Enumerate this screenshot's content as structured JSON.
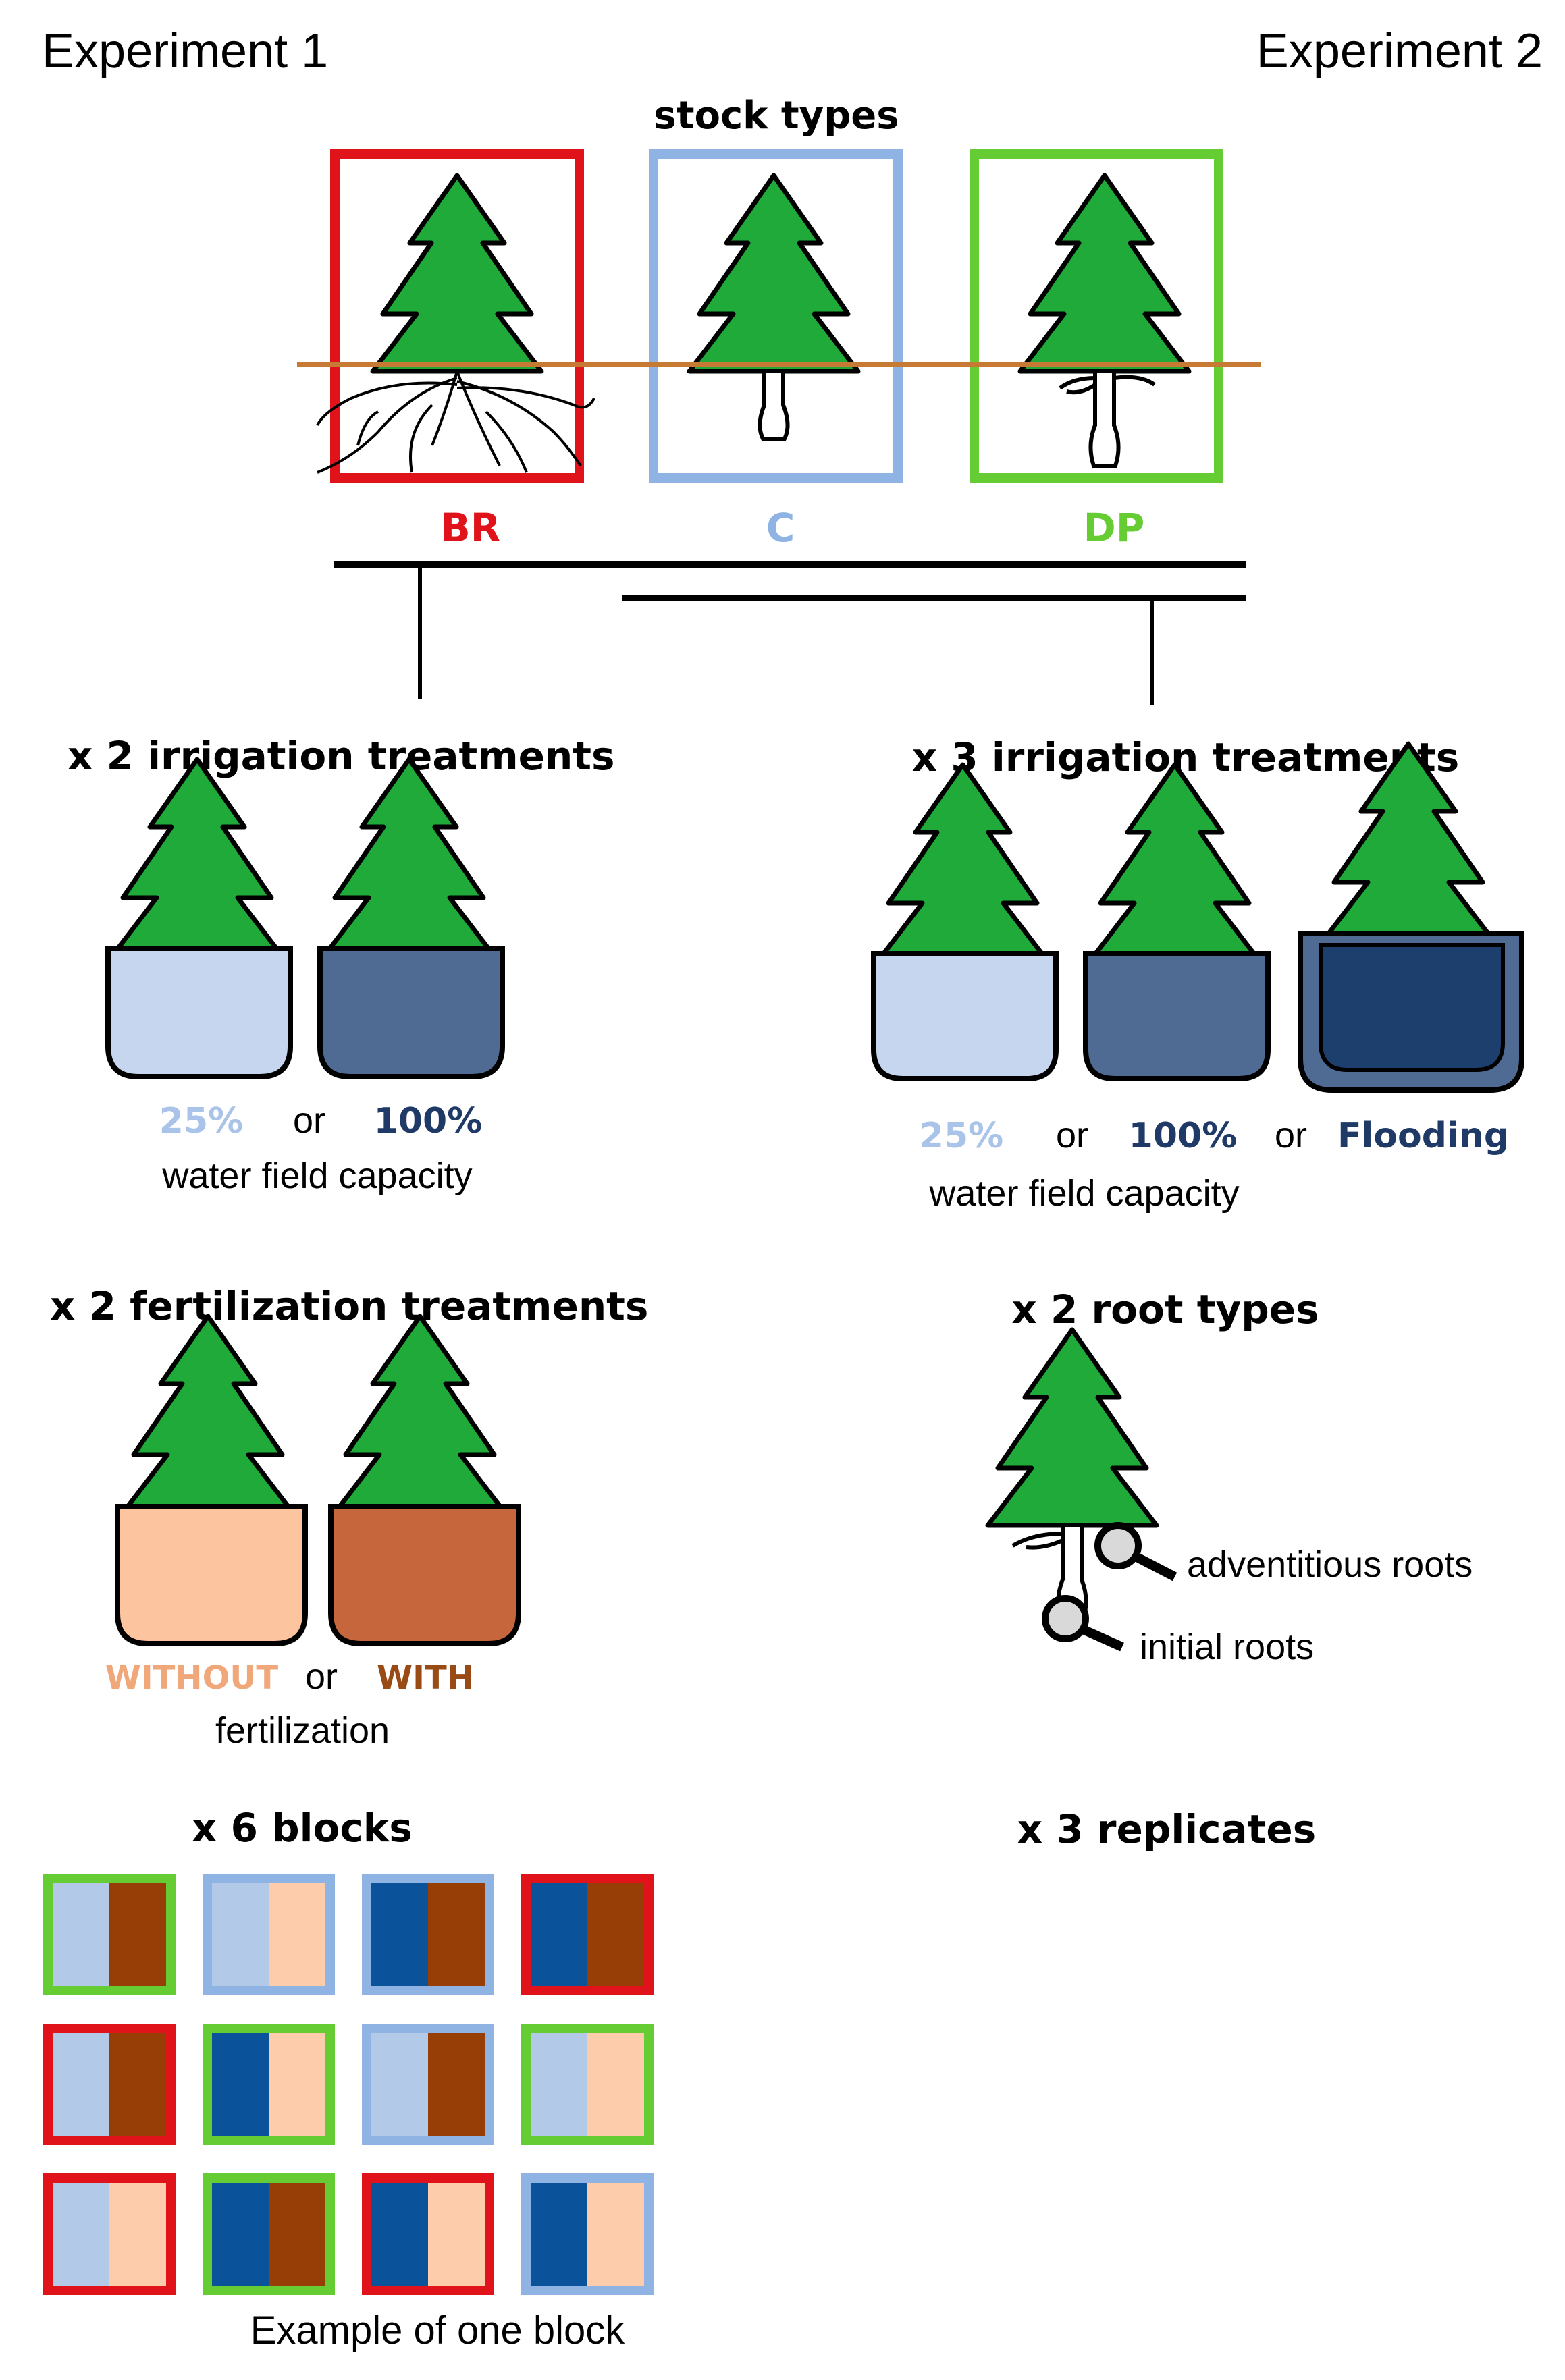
{
  "experiments": {
    "left_title": "Experiment 1",
    "right_title": "Experiment 2"
  },
  "stock_types": {
    "heading": "stock types",
    "items": [
      {
        "code": "BR",
        "color": "#e0121a"
      },
      {
        "code": "C",
        "color": "#8fb4e3"
      },
      {
        "code": "DP",
        "color": "#66cc33"
      }
    ]
  },
  "experiment1": {
    "irrigation_heading": "x 2 irrigation treatments",
    "irrigation_levels": [
      {
        "label": "25%",
        "color": "#a9c4e8"
      },
      {
        "label": "100%",
        "color": "#1f3a66"
      }
    ],
    "irrigation_connector": "or",
    "irrigation_caption": "water field capacity",
    "fertilization_heading": "x 2 fertilization treatments",
    "fertilization_levels": [
      {
        "label": "WITHOUT",
        "color": "#f0a77a"
      },
      {
        "label": "WITH",
        "color": "#9a4a14"
      }
    ],
    "fertilization_connector": "or",
    "fertilization_caption": "fertilization",
    "blocks_heading": "x 6 blocks",
    "block_caption": "Example of one block",
    "block_grid": [
      [
        {
          "border": "green",
          "left": "light-blue",
          "right": "brown"
        },
        {
          "border": "blue",
          "left": "light-blue",
          "right": "peach"
        },
        {
          "border": "blue",
          "left": "dark-blue",
          "right": "brown"
        },
        {
          "border": "red",
          "left": "dark-blue",
          "right": "brown"
        }
      ],
      [
        {
          "border": "red",
          "left": "light-blue",
          "right": "brown"
        },
        {
          "border": "green",
          "left": "dark-blue",
          "right": "peach"
        },
        {
          "border": "blue",
          "left": "light-blue",
          "right": "brown"
        },
        {
          "border": "green",
          "left": "light-blue",
          "right": "peach"
        }
      ],
      [
        {
          "border": "red",
          "left": "light-blue",
          "right": "peach"
        },
        {
          "border": "green",
          "left": "dark-blue",
          "right": "brown"
        },
        {
          "border": "red",
          "left": "dark-blue",
          "right": "peach"
        },
        {
          "border": "blue",
          "left": "dark-blue",
          "right": "peach"
        }
      ]
    ]
  },
  "experiment2": {
    "irrigation_heading": "x 3 irrigation treatments",
    "irrigation_levels": [
      {
        "label": "25%",
        "color": "#a9c4e8"
      },
      {
        "label": "100%",
        "color": "#1f3a66"
      },
      {
        "label": "Flooding",
        "color": "#1f3a66"
      }
    ],
    "irrigation_connector": "or",
    "irrigation_caption": "water field capacity",
    "root_heading": "x 2 root types",
    "root_labels": {
      "adventitious": "adventitious roots",
      "initial": "initial roots"
    },
    "replicates_heading": "x 3 replicates"
  },
  "colors": {
    "tree_green": "#1faa3a",
    "trunk": "#c8703f",
    "ground_line": "#c77a33",
    "pot_light_blue": "#c5d6ee",
    "pot_mid_blue": "#4f6a93",
    "pot_deep_blue": "#1d3f6e",
    "pot_peach": "#fdc4a0",
    "pot_brown": "#c6663c",
    "block_light_blue": "#b3c9e8",
    "block_dark_blue": "#0a529a",
    "block_peach": "#fdccaa",
    "block_brown": "#973e06"
  }
}
